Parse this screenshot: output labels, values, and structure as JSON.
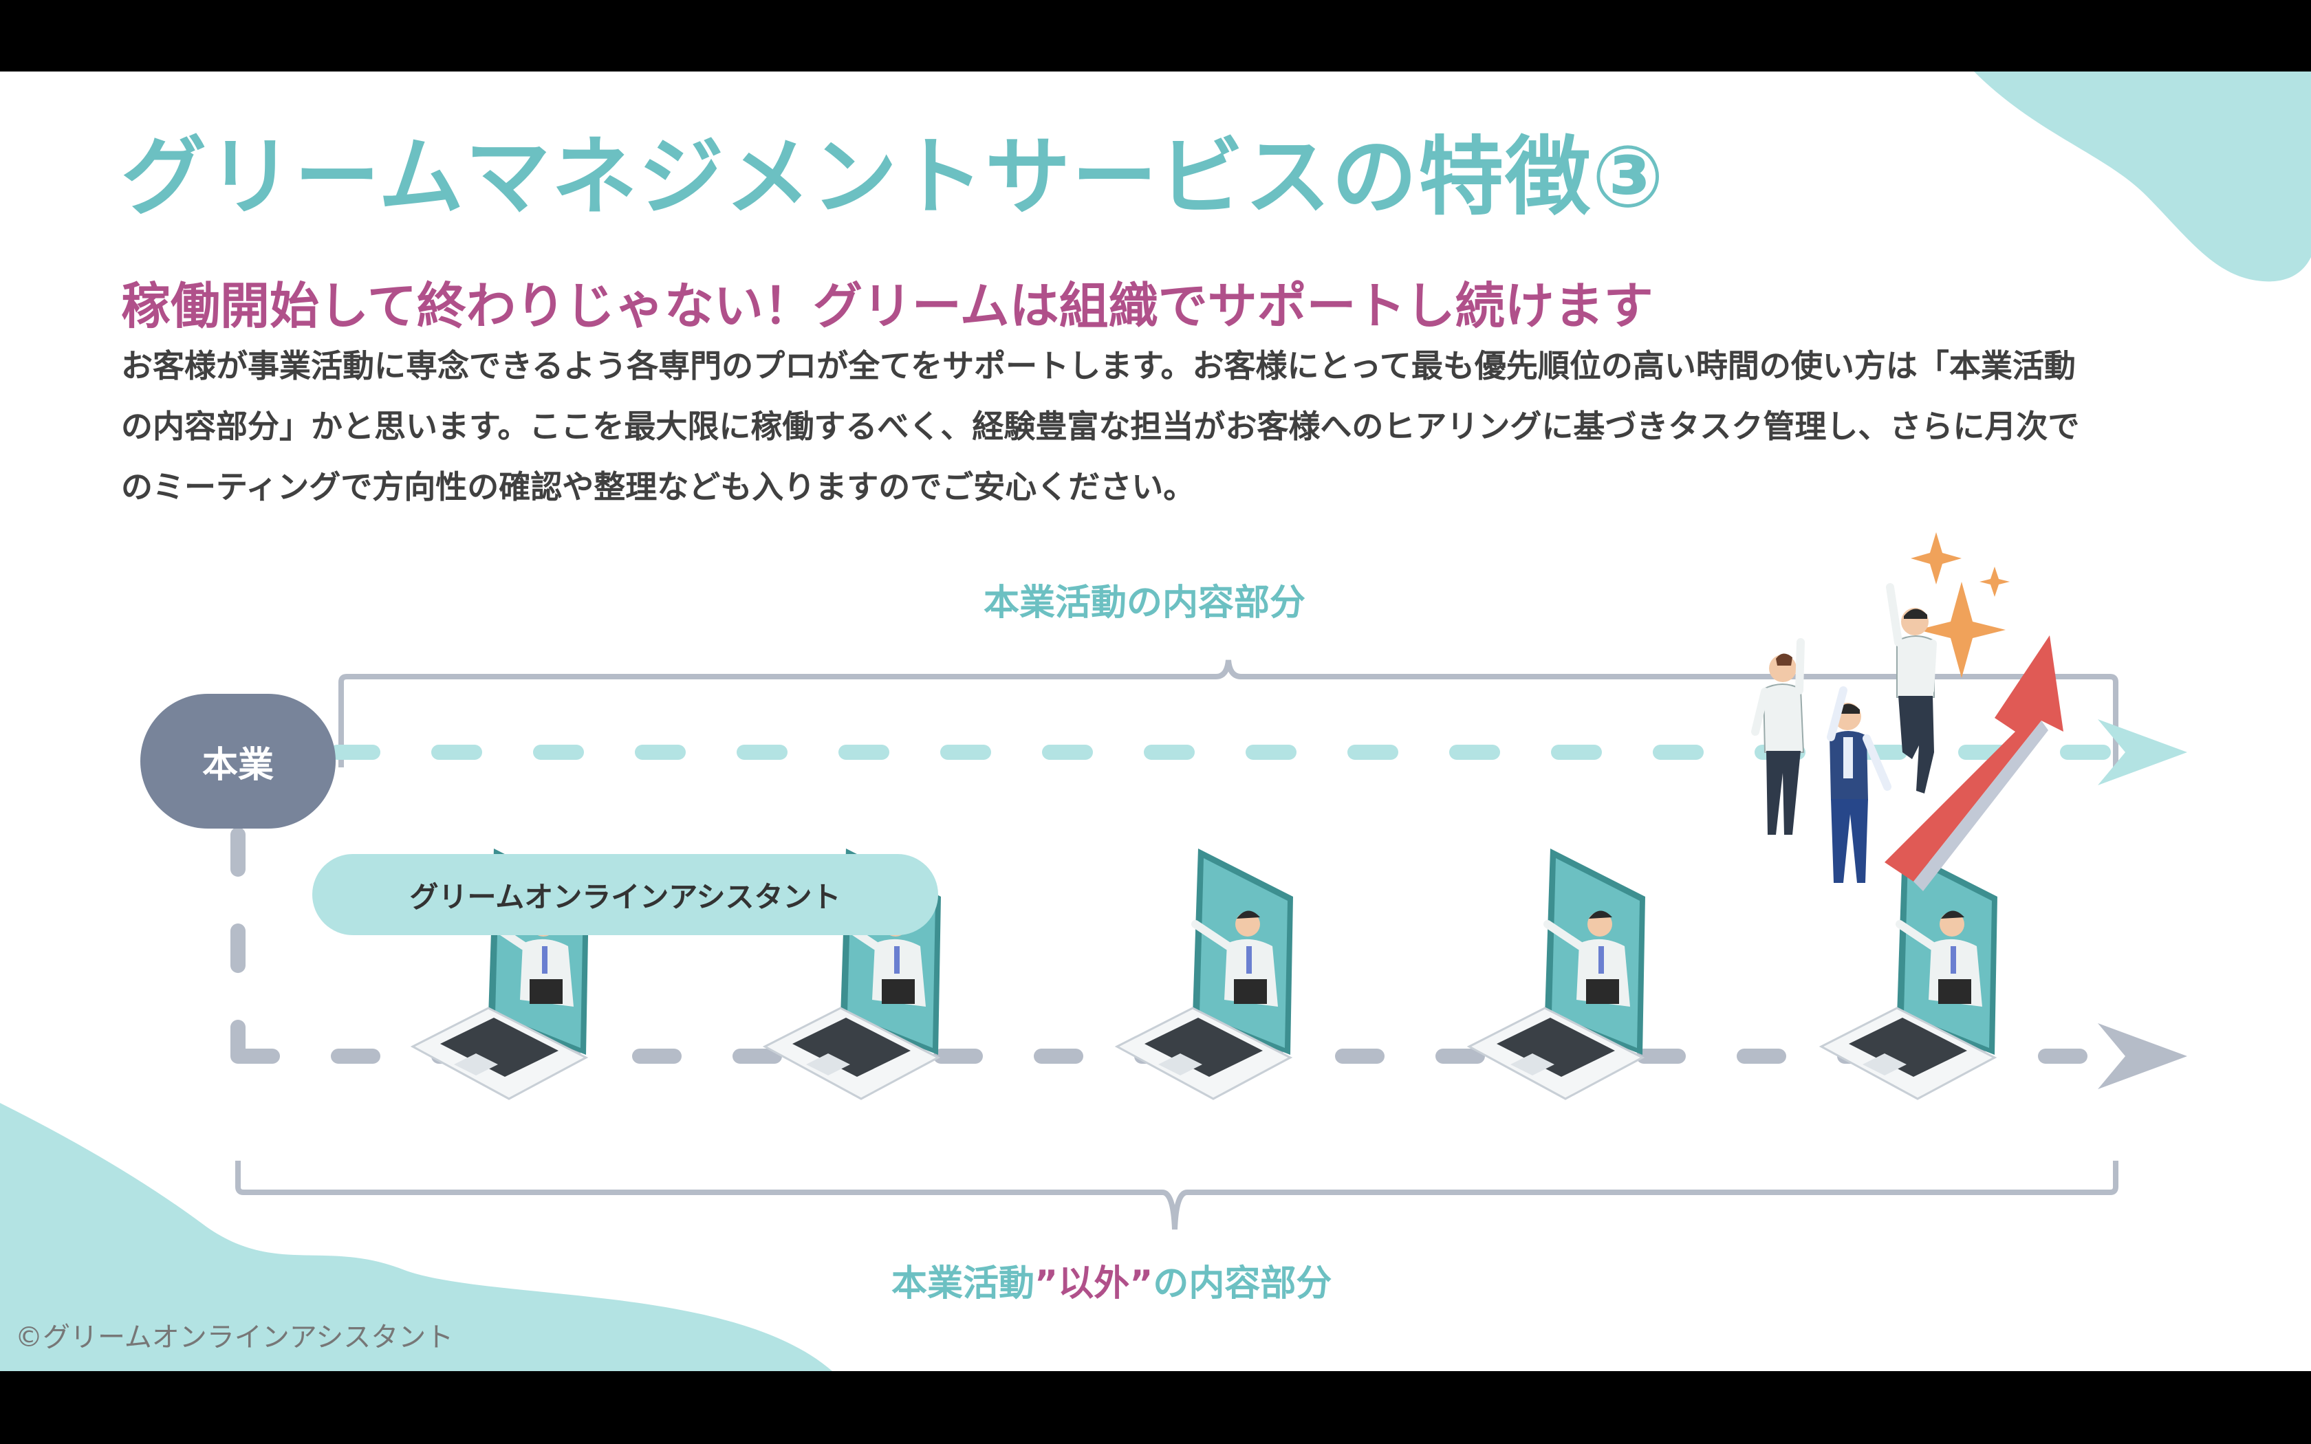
{
  "slide": {
    "title": "グリームマネジメントサービスの特徴③",
    "subtitle": "稼働開始して終わりじゃない！グリームは組織でサポートし続けます",
    "body_lines": [
      "お客様が事業活動に専念できるよう各専門のプロが全てをサポートします。お客様にとって最も優先順位の高い時間の使い方は「本業活動",
      "の内容部分」かと思います。ここを最大限に稼働するべく、経験豊富な担当がお客様へのヒアリングに基づきタスク管理し、さらに月次で",
      "のミーティングで方向性の確認や整理なども入りますのでご安心ください。"
    ],
    "diagram": {
      "top_label": "本業活動の内容部分",
      "honsyo_label": "本業",
      "assistant_label": "グリームオンラインアシスタント",
      "bottom_label_prefix": "本業活動",
      "bottom_label_accent": "”以外”",
      "bottom_label_suffix": "の内容部分",
      "laptop_count": 5
    },
    "copyright": "©グリームオンラインアシスタント"
  },
  "colors": {
    "teal": "#6cc0c2",
    "teal_light": "#b3e3e3",
    "magenta": "#b0508a",
    "slate": "#78849a",
    "gray_line": "#b5bcc8",
    "arrow_red": "#e05a55"
  }
}
